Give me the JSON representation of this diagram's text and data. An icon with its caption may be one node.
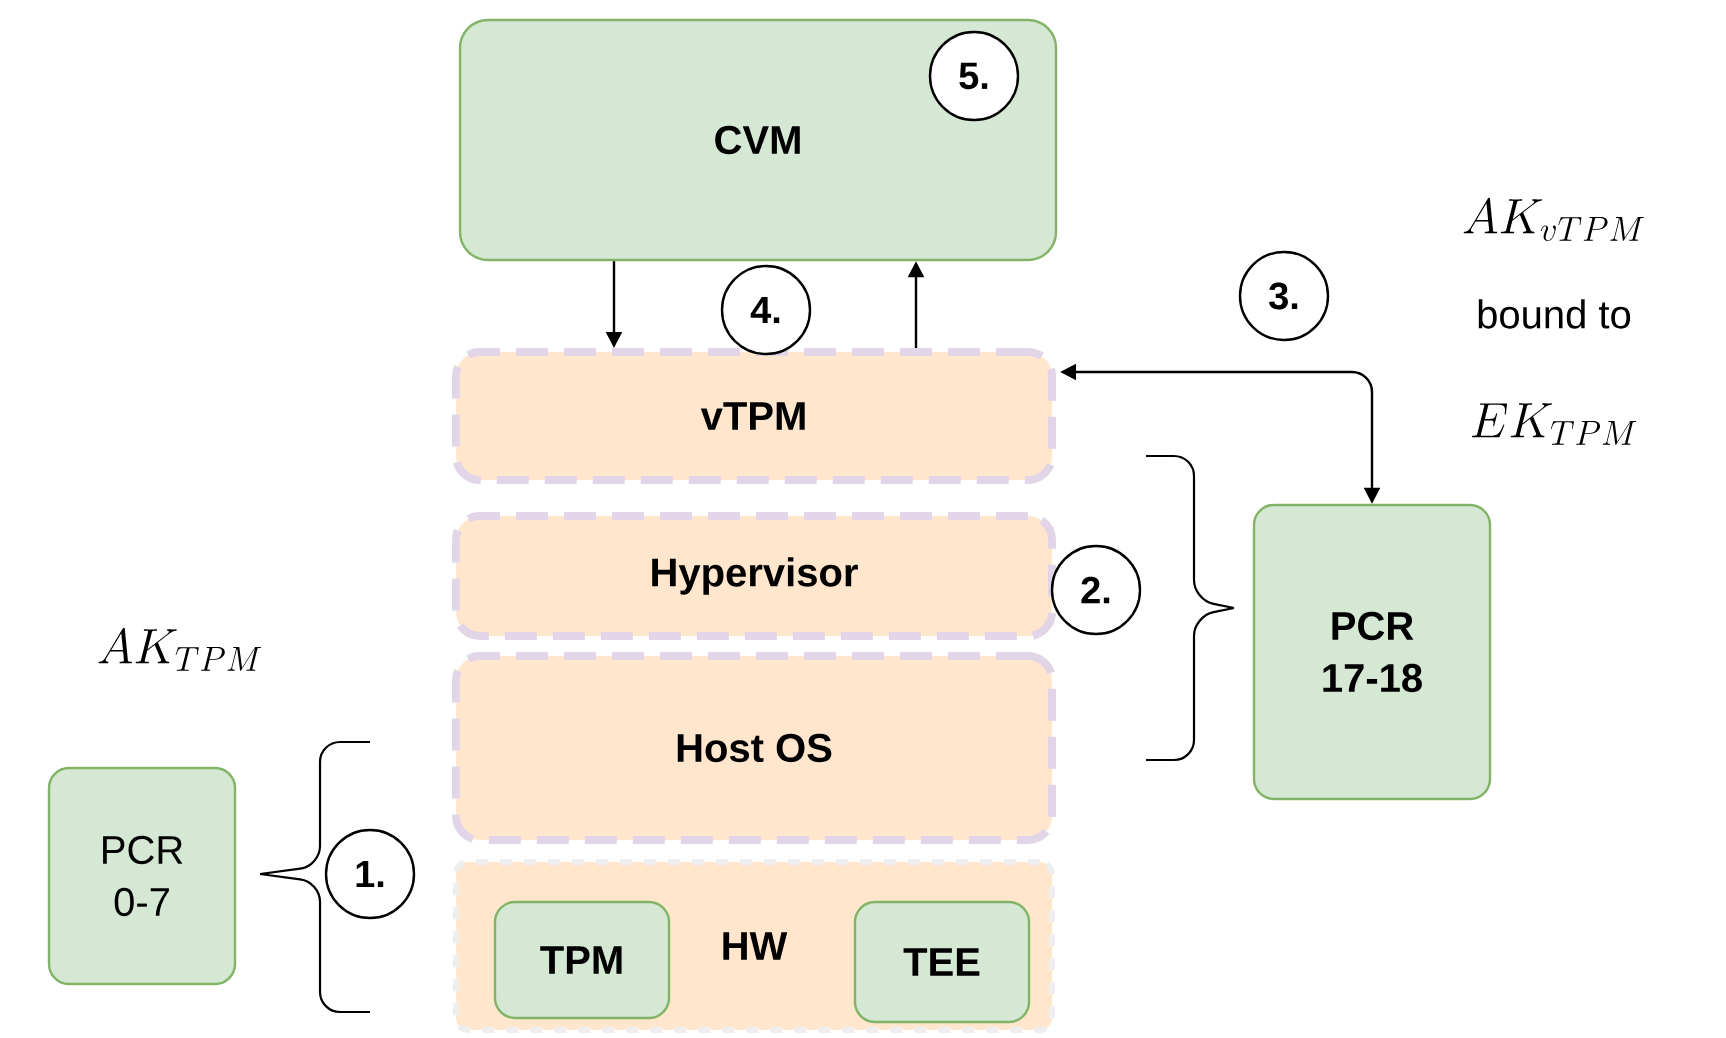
{
  "diagram": {
    "nodes": [
      {
        "text": [
          "CVM"
        ]
      },
      {
        "text": [
          "vTPM"
        ]
      },
      {
        "text": [
          "Hypervisor"
        ]
      },
      {
        "text": [
          "Host OS"
        ]
      },
      {
        "text": [
          "HW"
        ]
      },
      {
        "text": [
          "TPM"
        ],
        "in": 4
      },
      {
        "text": [
          "TEE"
        ],
        "in": 4
      },
      {
        "text": [
          "PCR 0-7"
        ]
      },
      {
        "text": [
          "PCR 17-18"
        ]
      },
      {
        "text": [
          "1."
        ]
      },
      {
        "text": [
          "2."
        ]
      },
      {
        "text": [
          "3."
        ]
      },
      {
        "text": [
          "4."
        ]
      },
      {
        "text": [
          "5."
        ],
        "in": 0
      }
    ],
    "edges": [
      {
        "from": 0,
        "to": 1,
        "arrow": "to"
      },
      {
        "from": 1,
        "to": 0,
        "arrow": "to"
      },
      {
        "from": 1,
        "to": 8,
        "arrow": "both"
      }
    ],
    "labels": [
      "AK_{TPM}",
      "AK_{vTPM}",
      "bound to",
      "EK_{TPM}"
    ]
  }
}
